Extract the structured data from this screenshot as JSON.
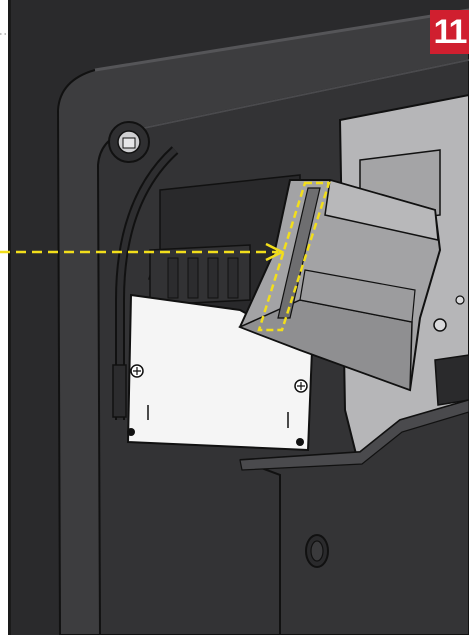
{
  "step_badge": {
    "number": "11",
    "color": "#d01f2f"
  },
  "colors": {
    "housing": "#3b3b3d",
    "housing_dark": "#262628",
    "bracket": "#a9a9ab",
    "board": "#f4f4f4",
    "callout": "#f2de1b",
    "outline": "#101010"
  },
  "callout": {
    "style": "dashed-arrow",
    "target": "bracket-slot-highlight"
  }
}
